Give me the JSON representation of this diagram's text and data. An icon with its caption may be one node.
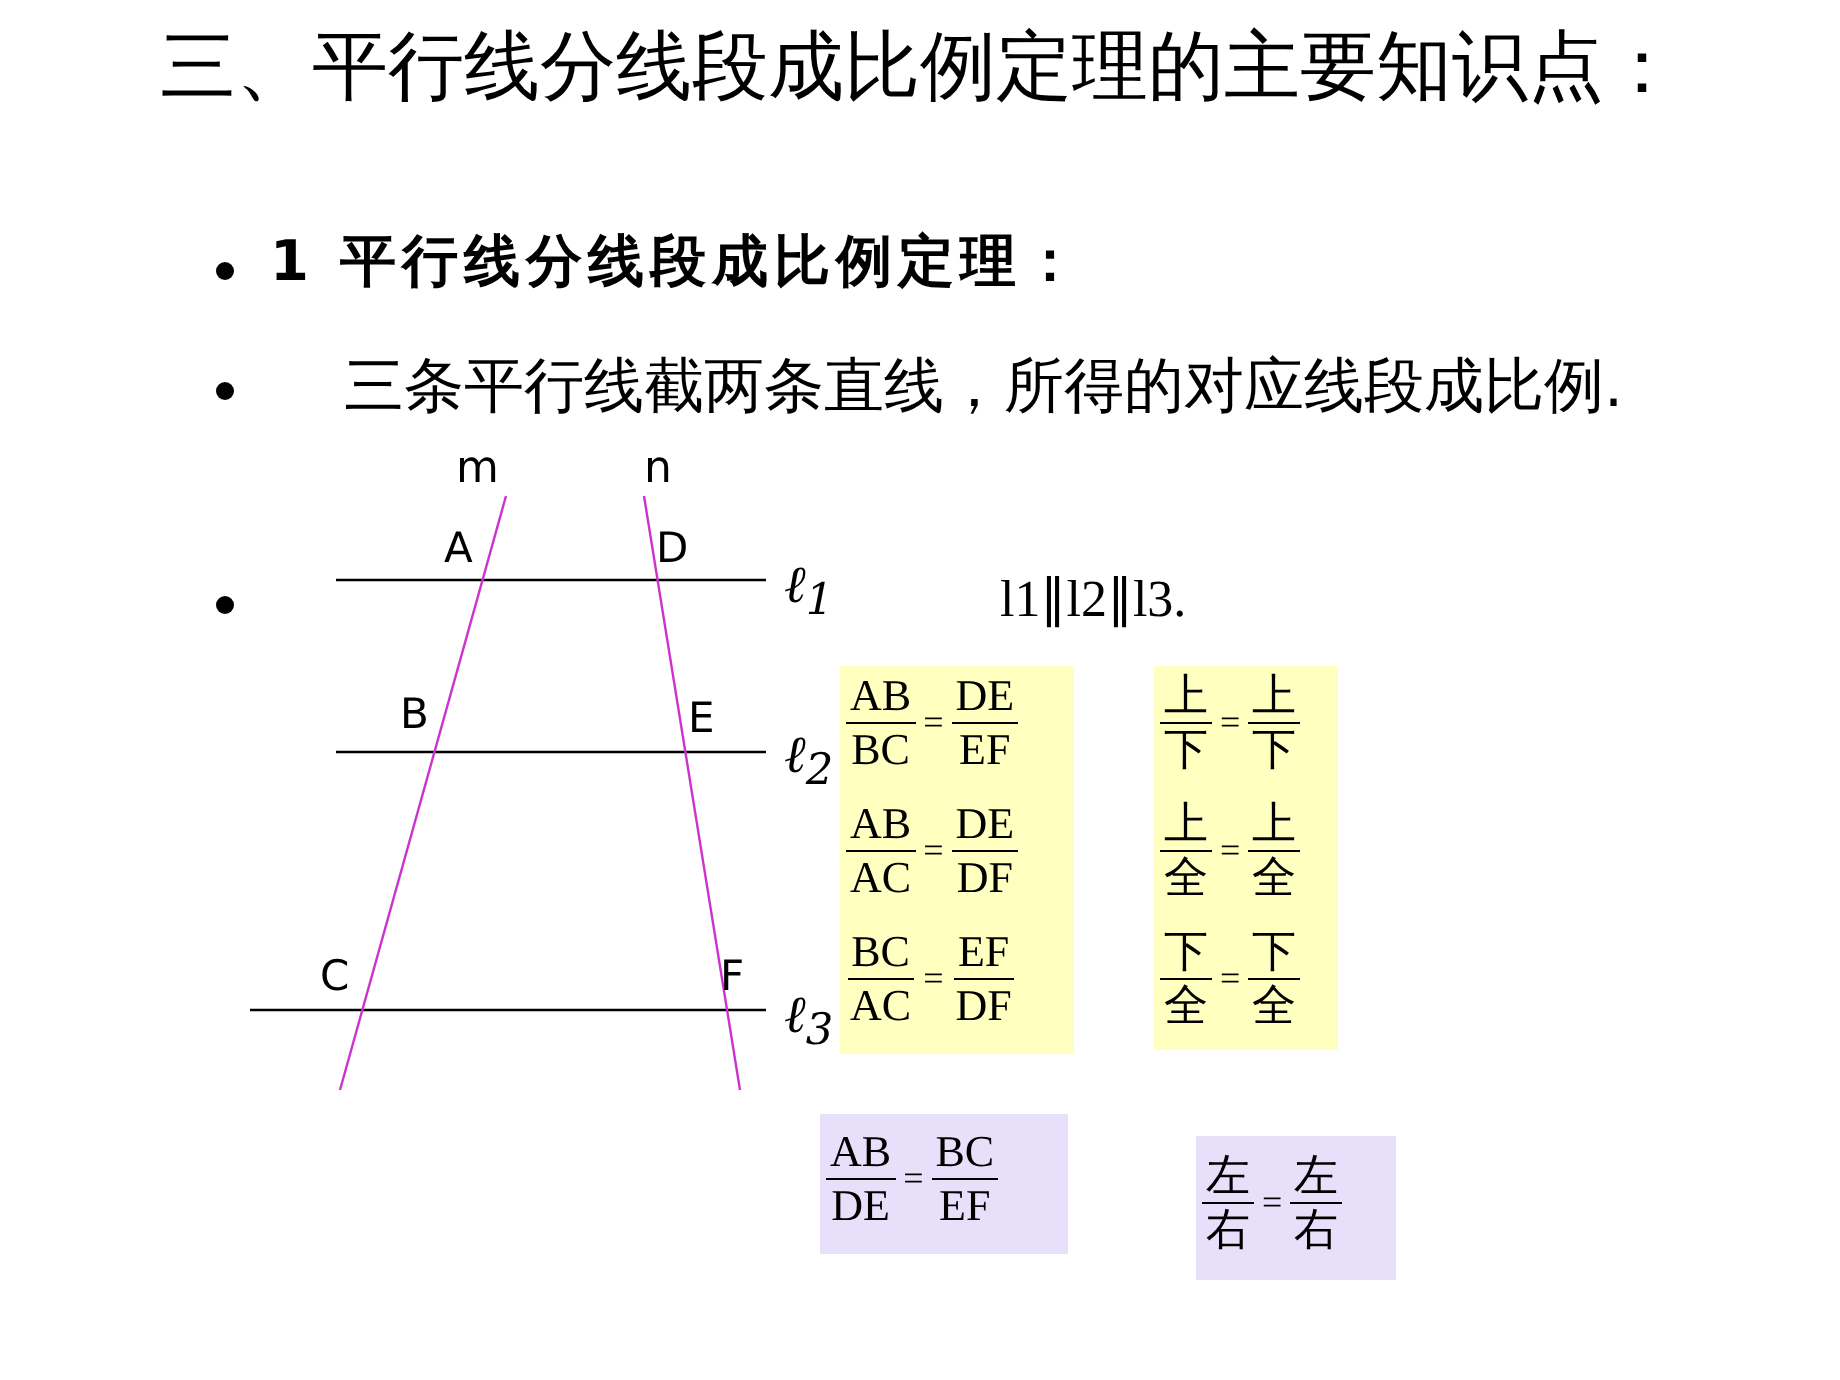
{
  "diagram": {
    "title": "三、平行线分线段成比例定理的主要知识点：",
    "labels": [
      "1  平行线分线段成比例定理：",
      "三条平行线截两条直线，所得的对应线段成比例.",
      "l1∥l2∥l3.",
      "m",
      "n",
      "A",
      "D",
      "B",
      "E",
      "C",
      "F",
      "ℓ$_{1}$",
      "ℓ$_{2}$",
      "ℓ$_{3}$",
      "AB",
      "BC",
      "=",
      "DE",
      "EF",
      "上",
      "下",
      "=",
      "上",
      "下",
      "AB",
      "AC",
      "=",
      "DE",
      "DF",
      "上",
      "全",
      "=",
      "上",
      "全",
      "BC",
      "AC",
      "=",
      "EF",
      "DF",
      "下",
      "全",
      "=",
      "下",
      "全",
      "AB",
      "DE",
      "=",
      "BC",
      "EF",
      "左",
      "右",
      "=",
      "左",
      "右"
    ]
  }
}
